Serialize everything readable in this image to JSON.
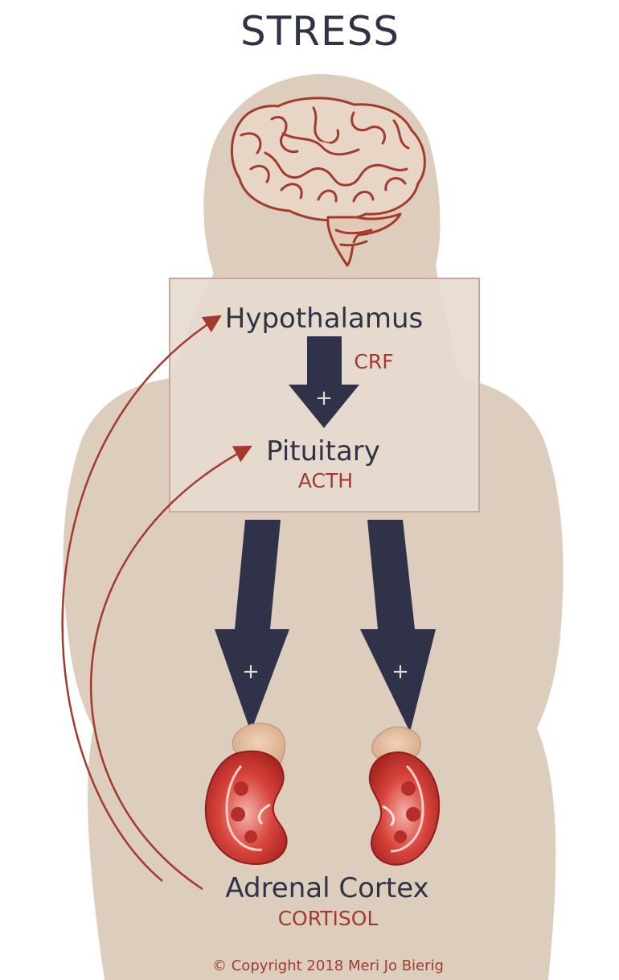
{
  "title": "STRESS",
  "nodes": {
    "hypothalamus": {
      "label": "Hypothalamus",
      "hormone": "CRF"
    },
    "pituitary": {
      "label": "Pituitary",
      "hormone": "ACTH"
    },
    "adrenal": {
      "label": "Adrenal Cortex",
      "hormone": "CORTISOL"
    }
  },
  "signs": {
    "hypothalamus_to_pituitary": "+",
    "pituitary_to_left_adrenal": "+",
    "pituitary_to_right_adrenal": "+"
  },
  "copyright": "© Copyright 2018 Meri Jo Bierig",
  "colors": {
    "silhouette": "#dccdbd",
    "box_fill": "#e6dbd0",
    "box_border": "#c9a79c",
    "arrow_dark": "#30324a",
    "accent_red": "#a43a2e",
    "text_dark": "#2f3346"
  },
  "icons": {
    "brain": "brain-icon",
    "left_adrenal": "kidney-adrenal-icon",
    "right_adrenal": "kidney-adrenal-icon"
  }
}
